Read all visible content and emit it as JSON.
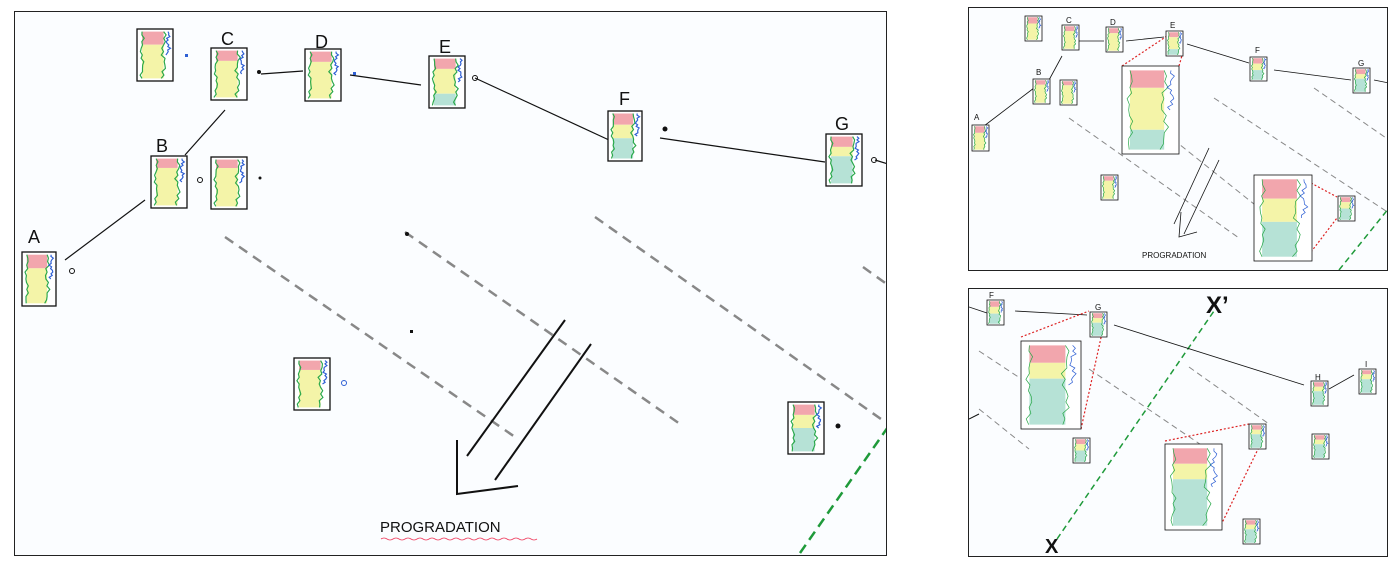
{
  "main": {
    "well_labels": [
      "A",
      "B",
      "C",
      "D",
      "E",
      "F",
      "G"
    ],
    "progradation_label": "PROGRADATION"
  },
  "top_right": {
    "well_labels": [
      "A",
      "B",
      "C",
      "D",
      "E",
      "F",
      "G"
    ],
    "progradation_label": "PROGRADATION"
  },
  "bottom_right": {
    "well_labels": [
      "F",
      "G",
      "H",
      "I"
    ],
    "section_start_label": "X",
    "section_end_label": "X’"
  },
  "colors": {
    "top_zone": "#f2a6ad",
    "middle_zone": "#f4f4a8",
    "lower_zone": "#b6e2d6",
    "log_curve_green": "#2aa84a",
    "log_curve_blue": "#2e5fd4",
    "section_line": "#1f9a3a",
    "connector_line": "#dd2222",
    "strike_line": "#888888"
  },
  "icons": [
    "well-log-icon",
    "progradation-arrow-icon"
  ]
}
